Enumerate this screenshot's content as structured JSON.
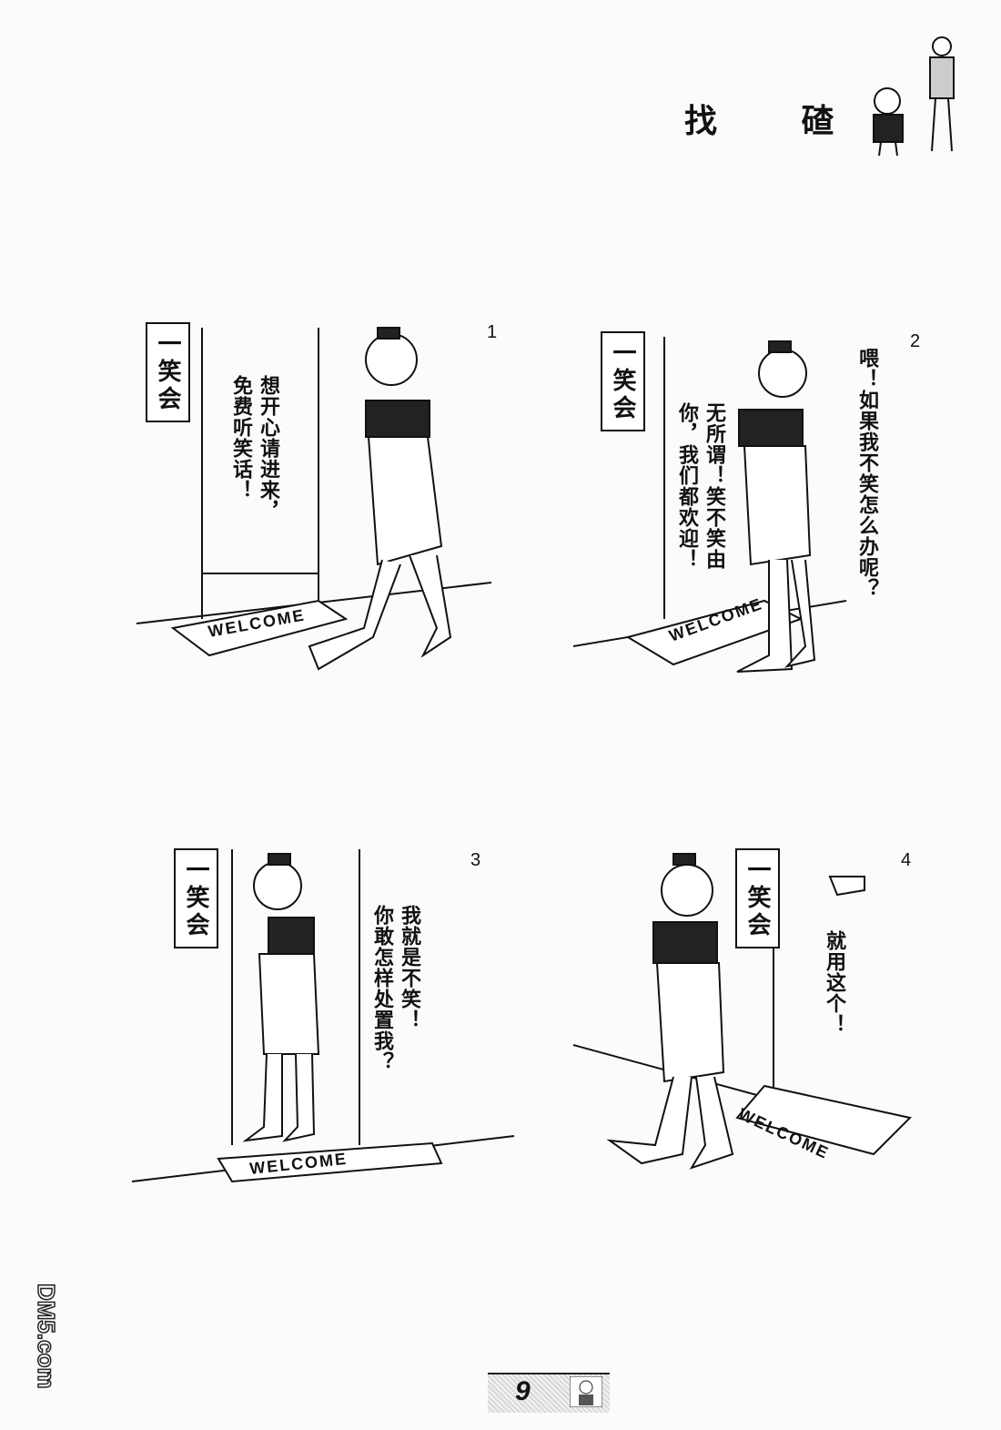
{
  "page": {
    "title": "找 碴",
    "page_number": "9",
    "watermark": "DM5.com"
  },
  "panels": [
    {
      "number": "1",
      "sign": "一笑会",
      "mat": "WELCOME",
      "speech": [
        "想开心请进来，",
        "免费听笑话！"
      ]
    },
    {
      "number": "2",
      "sign": "一笑会",
      "mat": "WELCOME",
      "speech_character": "喂！如果我不笑怎么办呢？",
      "speech_door": [
        "无所谓！笑不笑由",
        "你，我们都欢迎！"
      ]
    },
    {
      "number": "3",
      "sign": "一笑会",
      "mat": "WELCOME",
      "speech": [
        "我就是不笑！",
        "你敢怎样处置我？"
      ]
    },
    {
      "number": "4",
      "sign": "一笑会",
      "mat": "WELCOME",
      "speech": [
        "就用这个！"
      ]
    }
  ],
  "colors": {
    "ink": "#111111",
    "paper": "#fbfbf9"
  }
}
